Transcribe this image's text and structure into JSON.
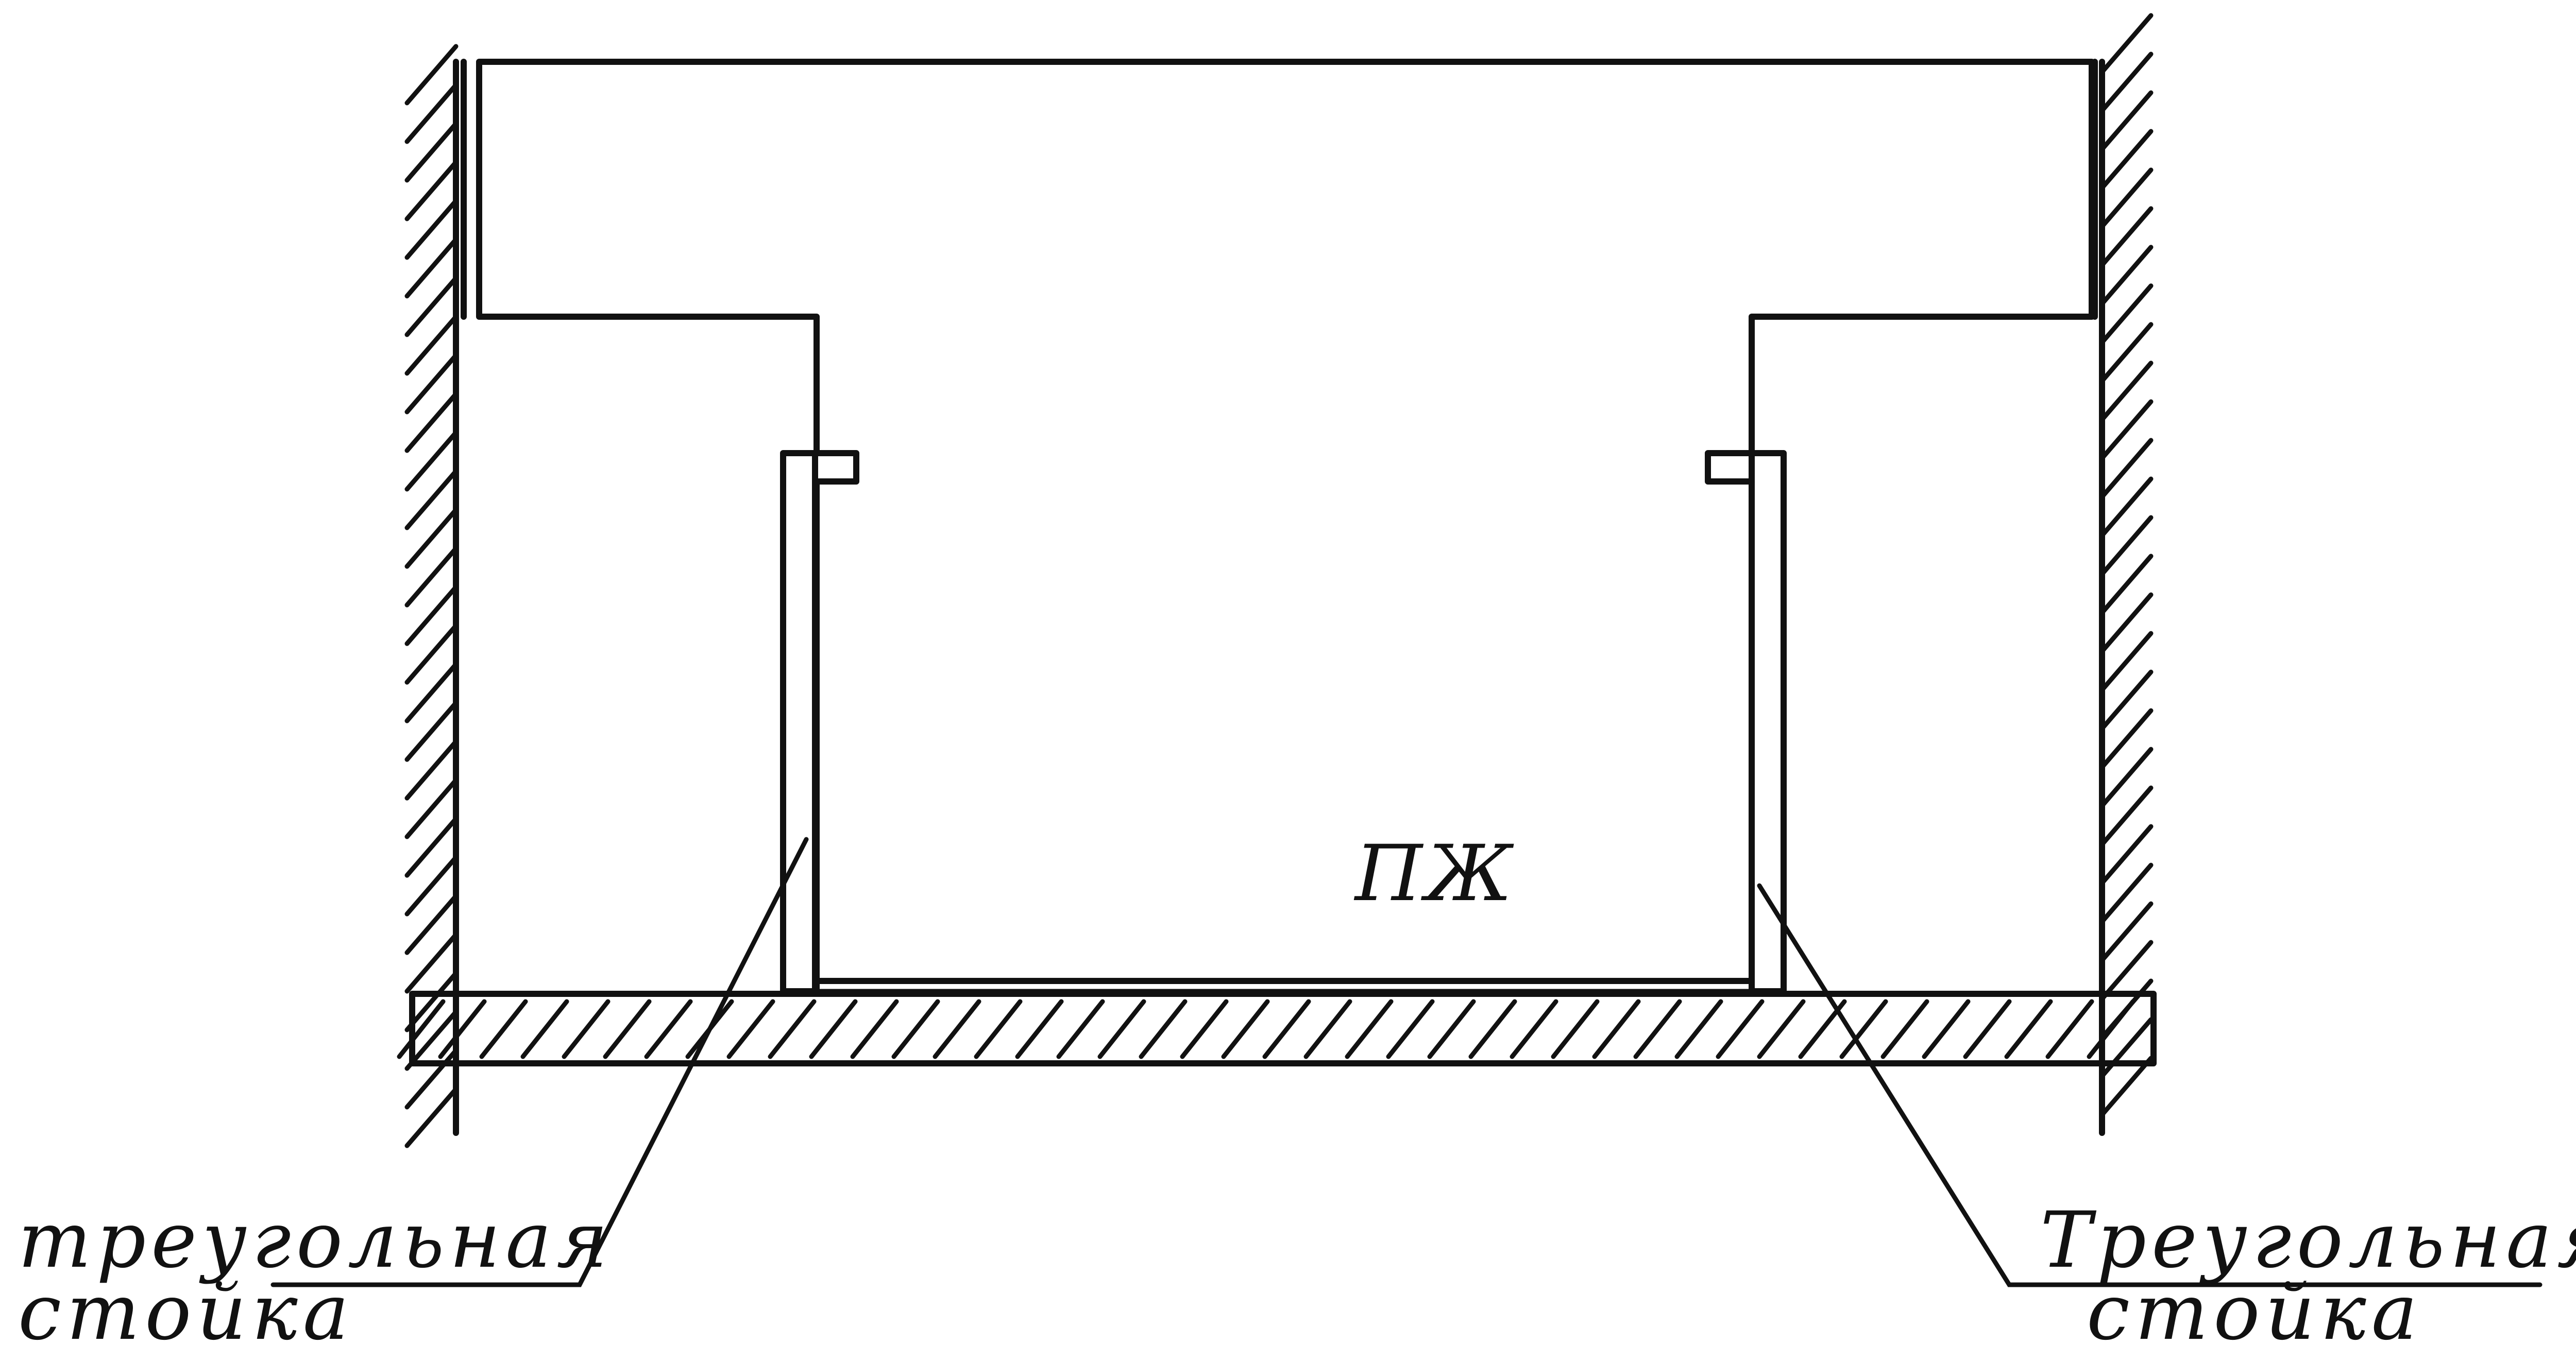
{
  "labels": {
    "center": "ПЖ",
    "left_line1": "треугольная",
    "left_line2": "стойка",
    "right_line1": "Треугольная",
    "right_line2": "стойка"
  }
}
